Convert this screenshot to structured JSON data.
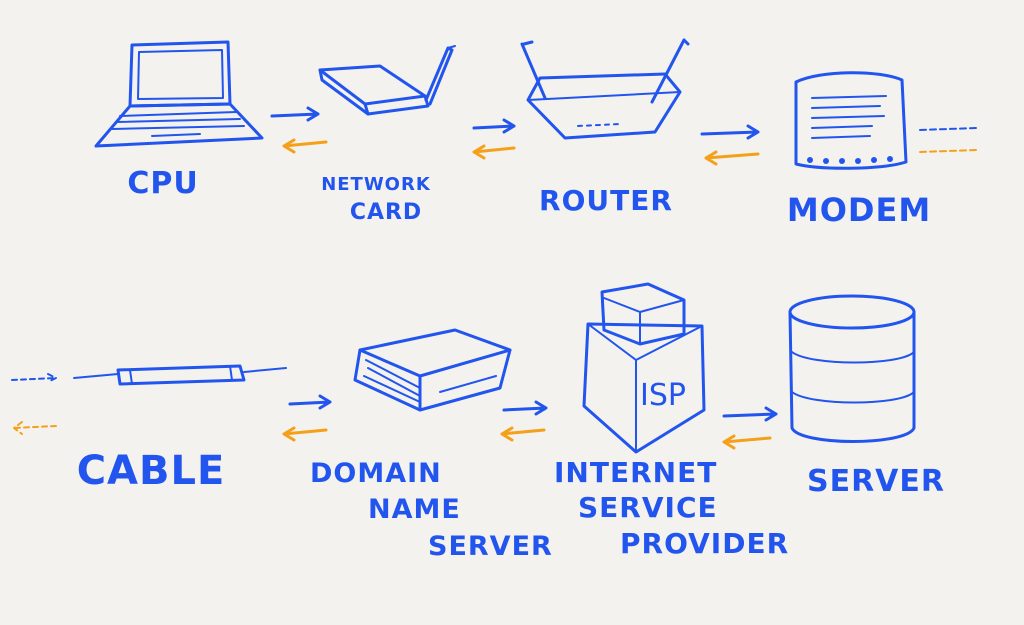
{
  "colors": {
    "ink": "#2255ee",
    "return_arrow": "#f5a01a",
    "background": "#f4f2ee"
  },
  "labels": {
    "cpu": "CPU",
    "network_card_line1": "NETWORK",
    "network_card_line2": "CARD",
    "router": "ROUTER",
    "modem": "MODEM",
    "cable": "CABLE",
    "dns_line1": "DOMAIN",
    "dns_line2": "NAME",
    "dns_line3": "SERVER",
    "isp_line1": "INTERNET",
    "isp_line2": "SERVICE",
    "isp_line3": "PROVIDER",
    "isp_box": "ISP",
    "server": "SERVER"
  },
  "icons": [
    "laptop-icon",
    "network-card-icon",
    "router-icon",
    "modem-icon",
    "cable-icon",
    "book-icon",
    "isp-box-icon",
    "database-icon"
  ]
}
